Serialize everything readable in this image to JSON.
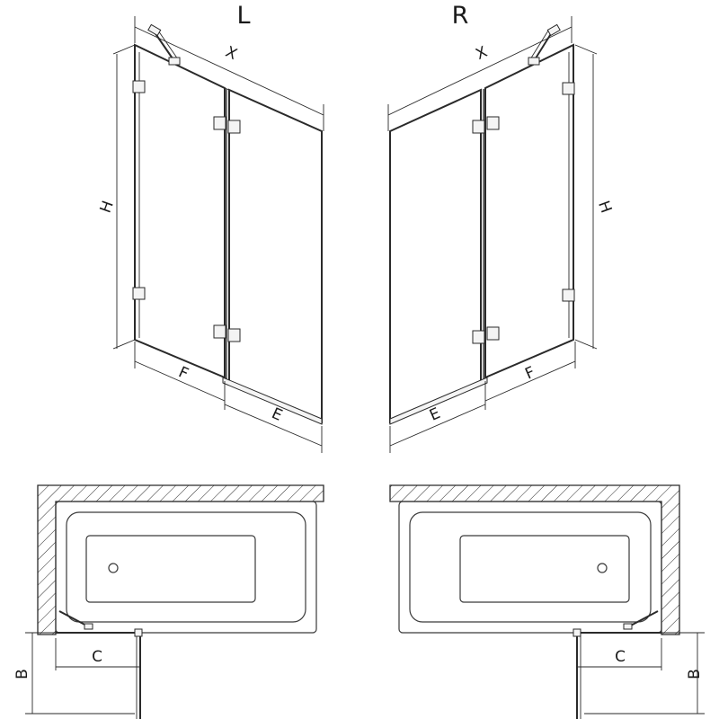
{
  "variants": {
    "left": {
      "label": "L"
    },
    "right": {
      "label": "R"
    }
  },
  "dimensions": {
    "width": "X",
    "height": "H",
    "fixed_panel": "F",
    "door_panel": "E",
    "plan_width": "C",
    "plan_depth": "B"
  }
}
